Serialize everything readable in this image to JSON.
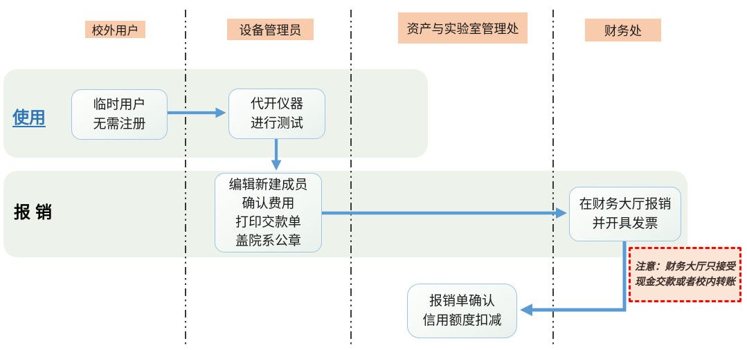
{
  "lanes": [
    {
      "label": "校外用户"
    },
    {
      "label": "设备管理员"
    },
    {
      "label": "资产与实验室管理处"
    },
    {
      "label": "财务处"
    }
  ],
  "rows": [
    {
      "label": "使用"
    },
    {
      "label": "报销"
    }
  ],
  "nodes": {
    "temp_user": {
      "lines": [
        "临时用户",
        "无需注册"
      ]
    },
    "open_instrument": {
      "lines": [
        "代开仪器",
        "进行测试"
      ]
    },
    "edit_member": {
      "lines": [
        "编辑新建成员",
        "确认费用",
        "打印交款单",
        "盖院系公章"
      ]
    },
    "finance_hall": {
      "lines": [
        "在财务大厅报销",
        "并开具发票"
      ]
    },
    "confirm_form": {
      "lines": [
        "报销单确认",
        "信用额度扣减"
      ]
    }
  },
  "note": {
    "lines": [
      "注意：财务大厅只接受",
      "现金交款或者校内转账"
    ]
  },
  "colors": {
    "lane_header_bg": "#F8CBAD",
    "row_band_bg": "#EDF3EA",
    "node_border": "#9DC3E6",
    "node_fill_gradient_end": "#E9F1EC",
    "arrow": "#5B9BD5",
    "use_label_link": "#2E75B6",
    "lane_divider": "#222222",
    "note_bg": "#FBE5D6",
    "note_border": "#FF0000",
    "note_text": "#3A2B28"
  }
}
